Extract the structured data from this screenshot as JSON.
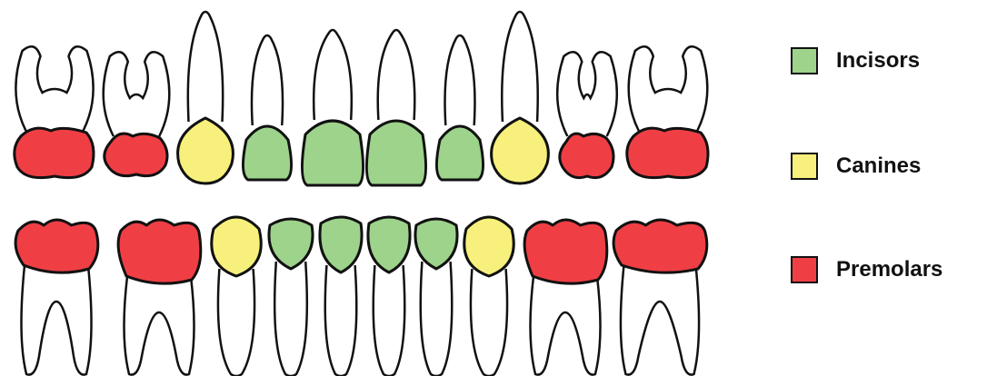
{
  "colors": {
    "incisor": "#9dd38b",
    "canine": "#f7f07c",
    "premolar": "#ef3f45",
    "outline": "#111111",
    "root": "#ffffff"
  },
  "legend": [
    {
      "key": "incisor",
      "label": "Incisors"
    },
    {
      "key": "canine",
      "label": "Canines"
    },
    {
      "key": "premolar",
      "label": "Premolars"
    }
  ],
  "upper_teeth": [
    "premolar",
    "premolar",
    "canine",
    "incisor",
    "incisor",
    "incisor",
    "incisor",
    "canine",
    "premolar",
    "premolar"
  ],
  "lower_teeth": [
    "premolar",
    "premolar",
    "canine",
    "incisor",
    "incisor",
    "incisor",
    "incisor",
    "canine",
    "premolar",
    "premolar"
  ]
}
